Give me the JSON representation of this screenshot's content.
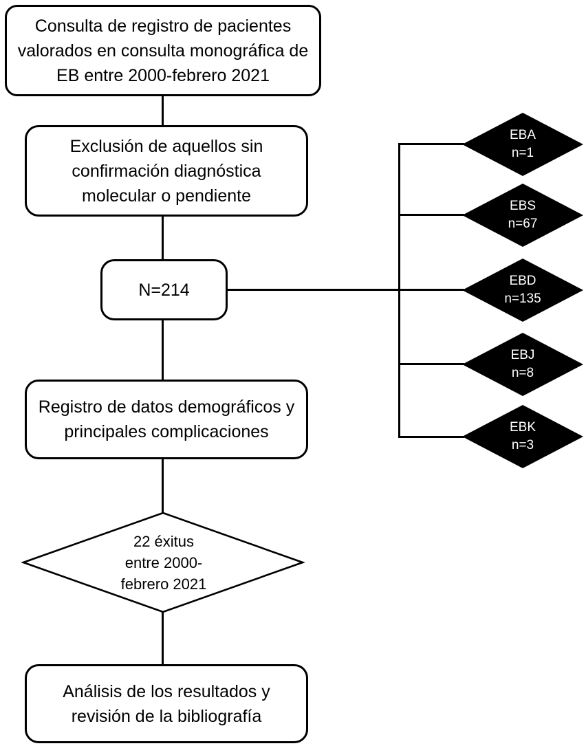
{
  "diagram": {
    "type": "flowchart",
    "background": "#ffffff",
    "line_color": "#000000",
    "nodes": {
      "consulta": {
        "text": "Consulta de registro de pacientes valorados en consulta monográfica de EB entre 2000-febrero 2021"
      },
      "exclusion": {
        "text": "Exclusión de aquellos sin confirmación diagnóstica molecular o pendiente"
      },
      "total": {
        "text": "N=214"
      },
      "registro": {
        "text": "Registro de datos demográficos y principales complicaciones"
      },
      "exitus": {
        "line1": "22 éxitus",
        "line2": "entre 2000-",
        "line3": "febrero 2021"
      },
      "analisis": {
        "text": "Análisis de los resultados y revisión de la bibliografía"
      }
    },
    "subtypes": [
      {
        "label": "EBA",
        "count": "n=1"
      },
      {
        "label": "EBS",
        "count": "n=67"
      },
      {
        "label": "EBD",
        "count": "n=135"
      },
      {
        "label": "EBJ",
        "count": "n=8"
      },
      {
        "label": "EBK",
        "count": "n=3"
      }
    ],
    "colors": {
      "node_border": "#000000",
      "subtype_diamond_fill": "#000000",
      "subtype_diamond_text": "#ffffff",
      "decision_diamond_fill": "#ffffff"
    }
  }
}
